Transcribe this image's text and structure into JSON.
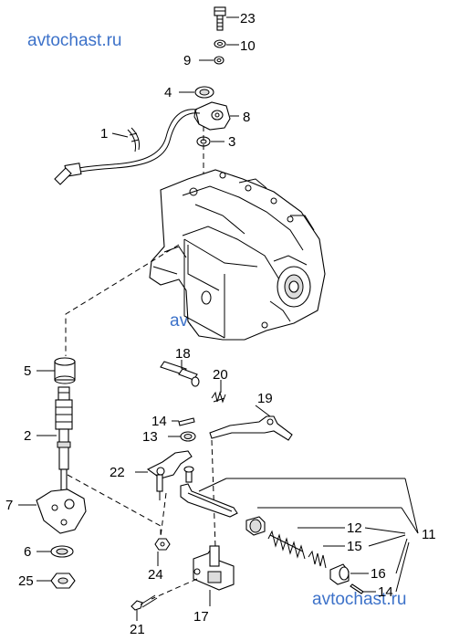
{
  "watermarks": [
    "avtochast.ru",
    "avtochast.ru",
    "avtochast.ru"
  ],
  "parts": {
    "p1": "1",
    "p2": "2",
    "p3": "3",
    "p4": "4",
    "p5": "5",
    "p6": "6",
    "p7": "7",
    "p8": "8",
    "p9": "9",
    "p10": "10",
    "p11": "11",
    "p12": "12",
    "p13": "13",
    "p14a": "14",
    "p14b": "14",
    "p15": "15",
    "p16": "16",
    "p17": "17",
    "p18": "18",
    "p19": "19",
    "p20": "20",
    "p21": "21",
    "p22": "22",
    "p23": "23",
    "p24": "24",
    "p25": "25"
  }
}
